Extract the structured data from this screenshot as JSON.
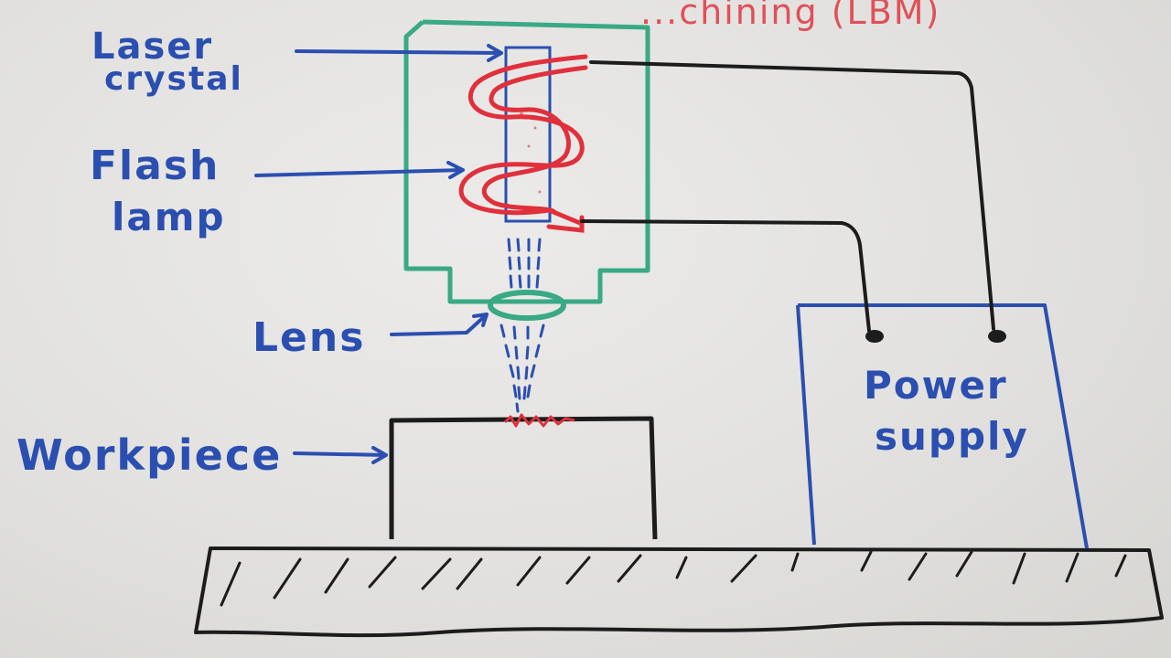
{
  "title_fragment": "...chining (LBM)",
  "labels": {
    "laser_crystal_line1": "Laser",
    "laser_crystal_line2": "crystal",
    "flash_lamp_line1": "Flash",
    "flash_lamp_line2": "lamp",
    "lens": "Lens",
    "workpiece": "Workpiece",
    "power_supply_line1": "Power",
    "power_supply_line2": "supply"
  },
  "colors": {
    "marker_blue": "#2b4fb0",
    "marker_red": "#e0303c",
    "marker_green": "#3aa985",
    "marker_black": "#1c1c1c",
    "board_background": "#e4e4e2"
  }
}
